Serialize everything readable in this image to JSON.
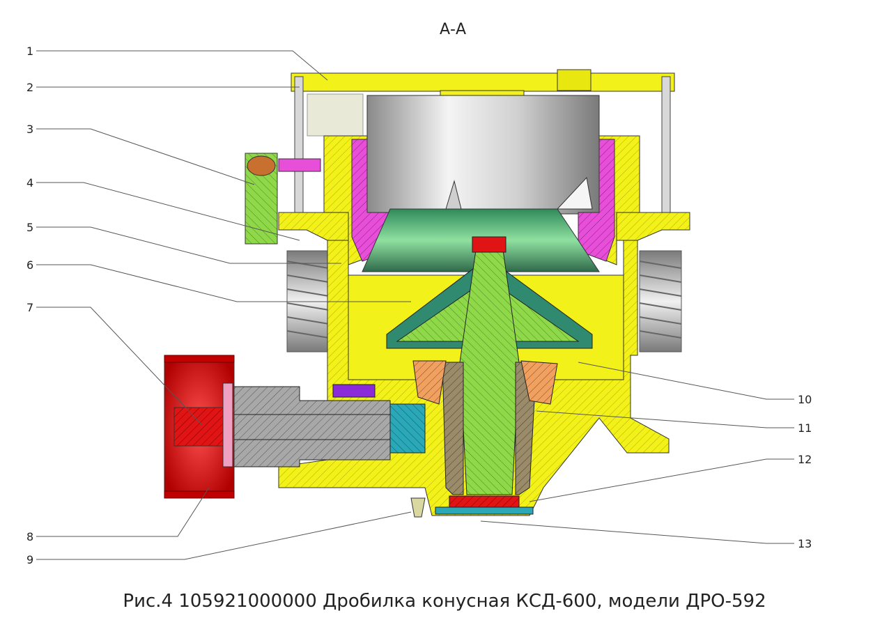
{
  "section_title": "А-А",
  "caption": "Рис.4 105921000000 Дробилка конусная КСД-600, модели ДРО-592",
  "callouts": [
    "1",
    "2",
    "3",
    "4",
    "5",
    "6",
    "7",
    "8",
    "9",
    "10",
    "11",
    "12",
    "13"
  ],
  "colors": {
    "frame": "#f2f21a",
    "liner": "#e84fd8",
    "cone": "#7ccf3a",
    "pulley": "#e01414",
    "shaft": "#9c9c9c",
    "spring": "#bdbdbd",
    "bushing": "#f0a060",
    "bowl": "#d9d9d9"
  }
}
